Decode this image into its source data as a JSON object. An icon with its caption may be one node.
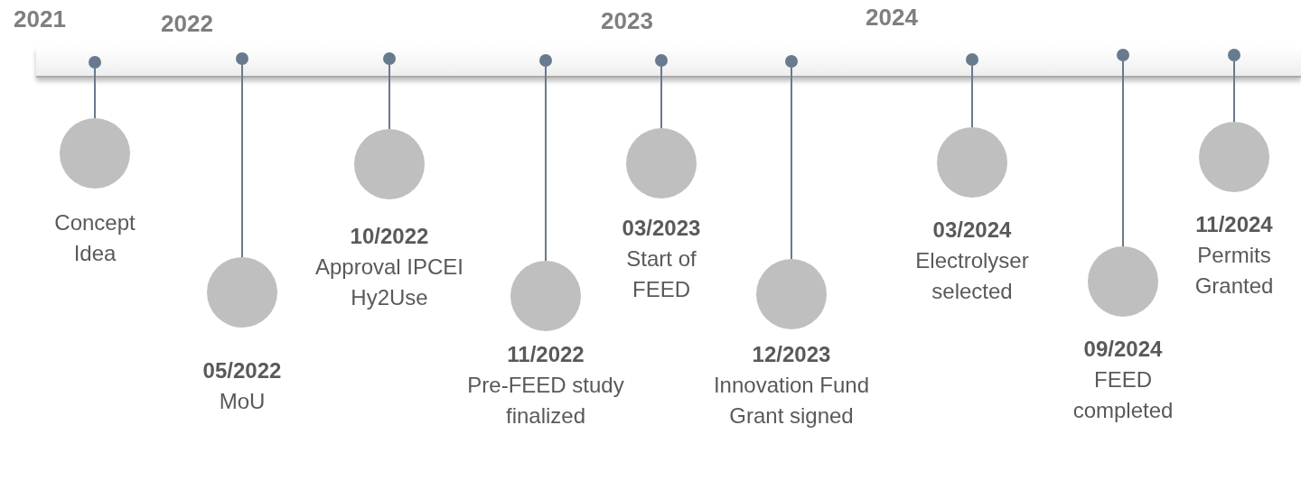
{
  "diagram": {
    "nodes": [
      {
        "text": [],
        "shape": "circle"
      },
      {
        "text": [],
        "shape": "circle",
        "beside": [
          "Concept Idea"
        ]
      },
      {
        "text": [],
        "shape": "circle"
      },
      {
        "text": [],
        "shape": "circle",
        "beside": [
          "05/2022",
          "MoU"
        ]
      },
      {
        "text": [],
        "shape": "circle"
      },
      {
        "text": [],
        "shape": "circle",
        "beside": [
          "10/2022",
          "Approval IPCEI Hy2Use"
        ]
      },
      {
        "text": [],
        "shape": "circle"
      },
      {
        "text": [],
        "shape": "circle",
        "beside": [
          "11/2022",
          "Pre-FEED study finalized"
        ]
      },
      {
        "text": [],
        "shape": "circle"
      },
      {
        "text": [],
        "shape": "circle",
        "beside": [
          "03/2023",
          "Start of FEED"
        ]
      },
      {
        "text": [],
        "shape": "circle"
      },
      {
        "text": [],
        "shape": "circle",
        "beside": [
          "12/2023",
          "Innovation Fund Grant signed"
        ]
      },
      {
        "text": [],
        "shape": "circle"
      },
      {
        "text": [],
        "shape": "circle",
        "beside": [
          "03/2024",
          "Electrolyser selected"
        ]
      },
      {
        "text": [],
        "shape": "circle"
      },
      {
        "text": [],
        "shape": "circle",
        "beside": [
          "09/2024",
          "FEED completed"
        ]
      },
      {
        "text": [],
        "shape": "circle"
      },
      {
        "text": [],
        "shape": "circle",
        "beside": [
          "11/2024",
          "Permits Granted"
        ]
      }
    ],
    "edges": [
      {
        "from": 0,
        "to": 1,
        "arrow": "none"
      },
      {
        "from": 2,
        "to": 3,
        "arrow": "none"
      },
      {
        "from": 4,
        "to": 5,
        "arrow": "none"
      },
      {
        "from": 6,
        "to": 7,
        "arrow": "none"
      },
      {
        "from": 8,
        "to": 9,
        "arrow": "none"
      },
      {
        "from": 10,
        "to": 11,
        "arrow": "none"
      },
      {
        "from": 12,
        "to": 13,
        "arrow": "none"
      },
      {
        "from": 14,
        "to": 15,
        "arrow": "none"
      },
      {
        "from": 16,
        "to": 17,
        "arrow": "none"
      }
    ],
    "labels": [
      "2021",
      "2022",
      "2023",
      "2024"
    ]
  }
}
